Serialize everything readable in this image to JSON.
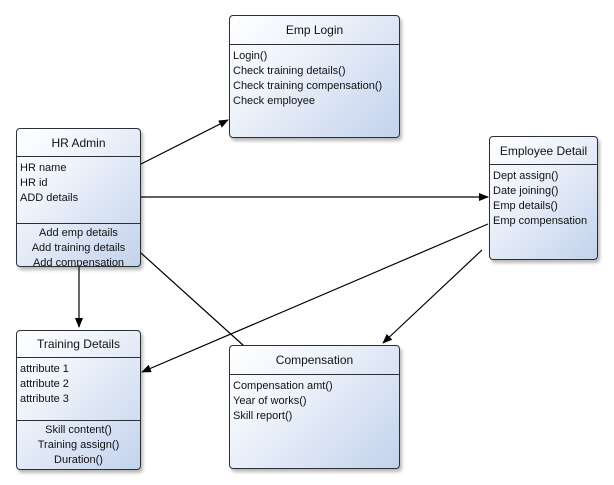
{
  "classes": {
    "emp_login": {
      "name": "Emp Login",
      "attributes": [
        "Login()",
        "Check training details()",
        "Check training compensation()",
        "Check employee"
      ],
      "methods": []
    },
    "hr_admin": {
      "name": "HR Admin",
      "attributes": [
        "HR name",
        "HR id",
        "ADD details"
      ],
      "methods": [
        "Add emp details",
        "Add training details",
        "Add compensation"
      ]
    },
    "employee_detail": {
      "name": "Employee Detail",
      "attributes": [
        "Dept assign()",
        "Date joining()",
        "Emp details()",
        "Emp compensation"
      ],
      "methods": []
    },
    "training_details": {
      "name": "Training Details",
      "attributes": [
        "attribute 1",
        "attribute 2",
        "attribute 3"
      ],
      "methods": [
        "Skill content()",
        "Training assign()",
        "Duration()"
      ]
    },
    "compensation": {
      "name": "Compensation",
      "attributes": [
        "Compensation amt()",
        "Year of works()",
        "Skill report()"
      ],
      "methods": []
    }
  },
  "connections": [
    {
      "from": "hr_admin",
      "to": "emp_login",
      "arrow": true
    },
    {
      "from": "hr_admin",
      "to": "employee_detail",
      "arrow": true
    },
    {
      "from": "hr_admin",
      "to": "training_details",
      "arrow": true
    },
    {
      "from": "hr_admin",
      "to": "compensation",
      "arrow": false
    },
    {
      "from": "employee_detail",
      "to": "training_details",
      "arrow": true
    },
    {
      "from": "employee_detail",
      "to": "compensation",
      "arrow": true
    }
  ],
  "colors": {
    "border": "#2b2f36",
    "fill_light": "#ffffff",
    "fill_dark": "#c3d2ec",
    "line": "#000000"
  }
}
